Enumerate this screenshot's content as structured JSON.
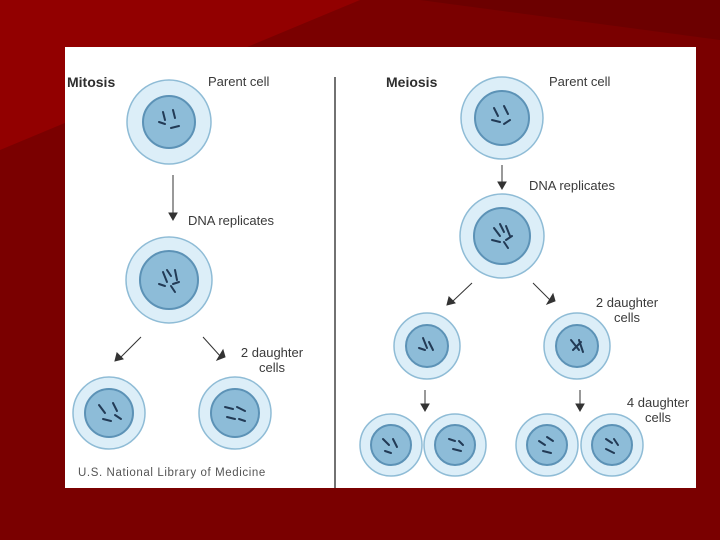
{
  "slide": {
    "background_color": "#7a0000",
    "accent_dark": "#6a0000",
    "accent_light": "#9a0000"
  },
  "diagram": {
    "mitosis": {
      "title": "Mitosis",
      "parent_label": "Parent cell",
      "replicate_label": "DNA replicates",
      "daughters_label_line1": "2 daughter",
      "daughters_label_line2": "cells"
    },
    "meiosis": {
      "title": "Meiosis",
      "parent_label": "Parent cell",
      "replicate_label": "DNA replicates",
      "daughters_label_line1": "2 daughter",
      "daughters_label_line2": "cells",
      "four_label_line1": "4 daughter",
      "four_label_line2": "cells"
    },
    "credit": "U.S. National Library of Medicine",
    "colors": {
      "cell_outer": "#dceef8",
      "cell_outer_stroke": "#8fbcd6",
      "nucleus": "#8dbcd8",
      "nucleus_stroke": "#5c92b6",
      "chromosome": "#223a55"
    }
  }
}
